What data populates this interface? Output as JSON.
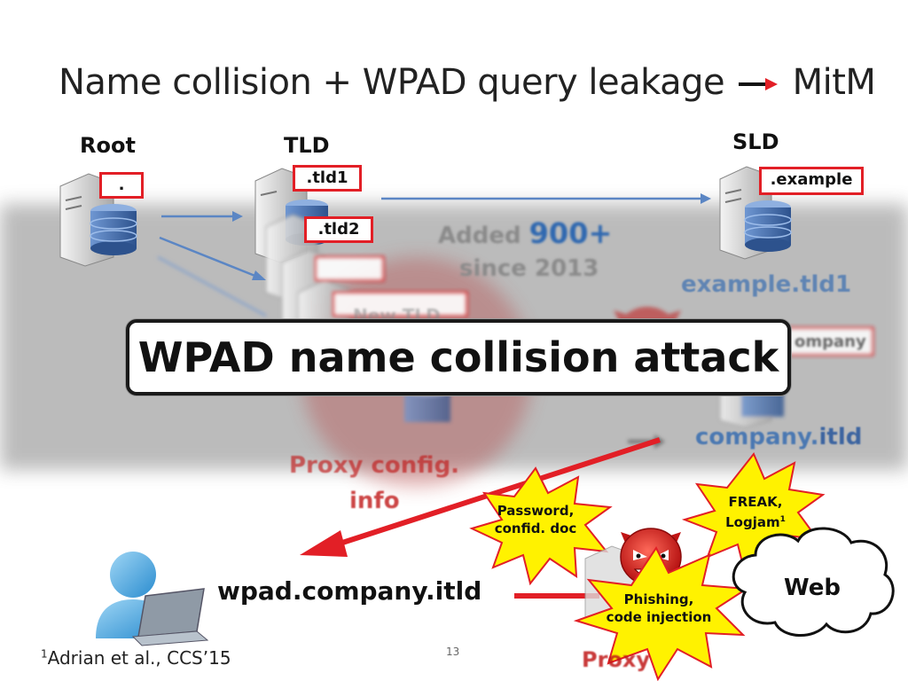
{
  "slide": {
    "title_left": "Name collision + WPAD query leakage",
    "title_right": "MitM",
    "levels": {
      "root": "Root",
      "tld": "TLD",
      "sld": "SLD"
    },
    "labels": {
      "root_dot": ".",
      "tld1": ".tld1",
      "tld2": ".tld2",
      "example": ".example",
      "company_partial": "ompany"
    },
    "added_line1_pre": "Added",
    "added_count": "900+",
    "added_line2": "since 2013",
    "new_tld_partial": "New TLD",
    "example_domain": "example.tld1",
    "company_domain_pre": "company.",
    "company_domain_itld": "itld",
    "proxy_config_line1": "Proxy config.",
    "proxy_config_line2": "info",
    "banner": "WPAD name collision attack",
    "star_password_line1": "Password,",
    "star_password_line2": "confid. doc",
    "star_freak_line1": "FREAK,",
    "star_freak_line2": "Logjam",
    "star_freak_sup": "1",
    "star_phishing_line1": "Phishing,",
    "star_phishing_line2": "code injection",
    "cloud": "Web",
    "wpad_domain": "wpad.company.itld",
    "footnote_sup": "1",
    "footnote_text": "Adrian et al., CCS’15",
    "page_number": "13",
    "proxy_partial": "Proxy"
  },
  "colors": {
    "accent_red": "#e21f26",
    "blue": "#2f68b0",
    "server_gray": "#c8c8c8",
    "db_blue": "#4a74b4"
  }
}
